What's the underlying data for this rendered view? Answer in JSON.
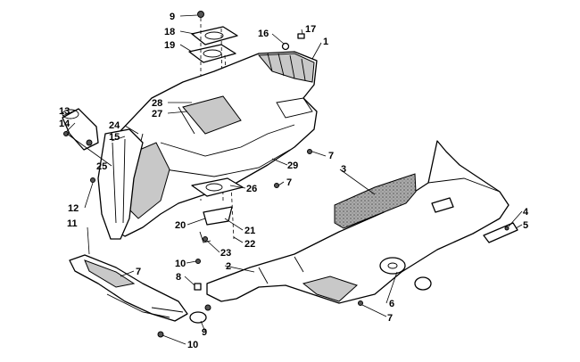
{
  "callouts": {
    "c1": "1",
    "c2": "2",
    "c3": "3",
    "c4": "4",
    "c5": "5",
    "c6": "6",
    "c7a": "7",
    "c7b": "7",
    "c7c": "7",
    "c7d": "7",
    "c8": "8",
    "c9a": "9",
    "c9b": "9",
    "c10a": "10",
    "c10b": "10",
    "c11": "11",
    "c12": "12",
    "c13": "13",
    "c14": "14",
    "c15": "15",
    "c16": "16",
    "c17": "17",
    "c18": "18",
    "c19": "19",
    "c20": "20",
    "c21": "21",
    "c22": "22",
    "c23": "23",
    "c24": "24",
    "c25": "25",
    "c26": "26",
    "c27": "27",
    "c28": "28",
    "c29": "29"
  },
  "colors": {
    "line": "#000000",
    "shade": "#c8c8c8",
    "foam": "#999999"
  }
}
